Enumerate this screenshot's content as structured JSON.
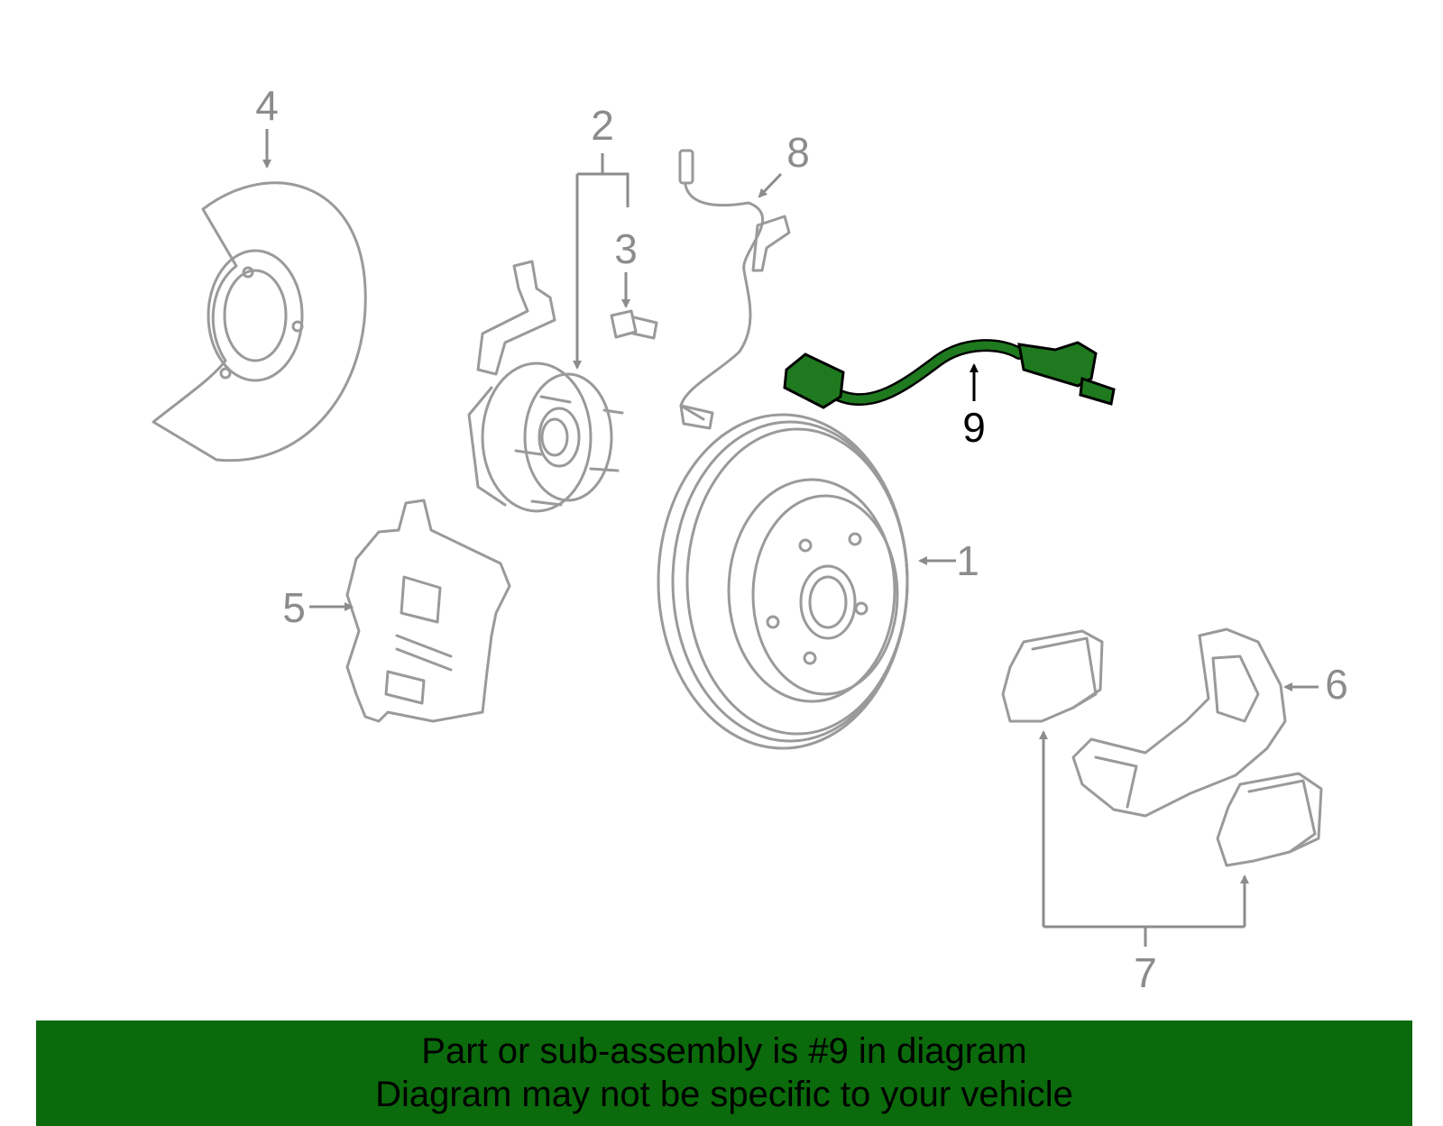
{
  "colors": {
    "highlight_part": "#1f7a1f",
    "banner_bg": "#0b6a0b",
    "part_line": "#9a9a9a",
    "callout": "#8c8c8c"
  },
  "callouts": {
    "c1": "1",
    "c2": "2",
    "c3": "3",
    "c4": "4",
    "c5": "5",
    "c6": "6",
    "c7": "7",
    "c8": "8",
    "c9": "9"
  },
  "banner": {
    "line1": "Part or sub-assembly is #9 in diagram",
    "line2": "Diagram may not be specific to your vehicle"
  }
}
